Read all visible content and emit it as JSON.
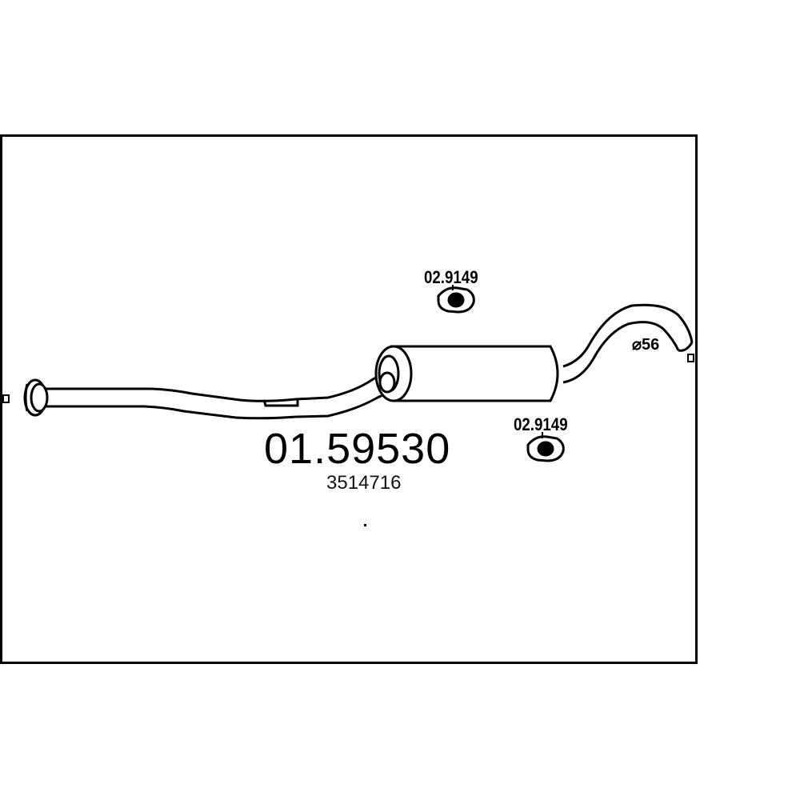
{
  "part_number": "01.59530",
  "oe_number": "3514716",
  "mounts": [
    {
      "label": "02.9149"
    },
    {
      "label": "02.9149"
    }
  ],
  "pipe_diameter": "⌀56"
}
